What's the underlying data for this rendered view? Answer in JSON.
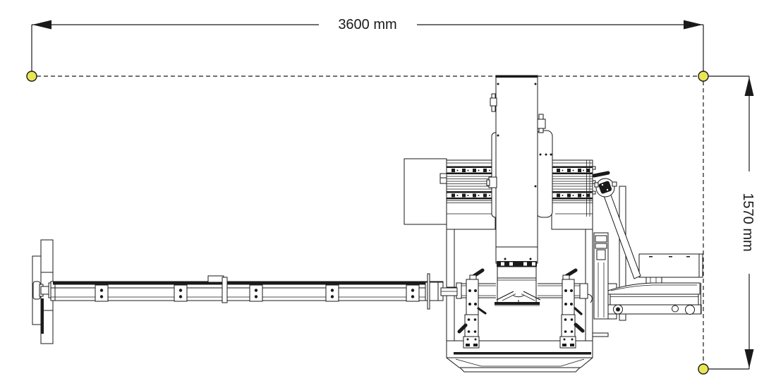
{
  "dimensions": {
    "width": {
      "label": "3600 mm"
    },
    "height": {
      "label": "1570 mm"
    }
  },
  "colors": {
    "line": "#1a1a1a",
    "datum_marker_fill": "#e9e655",
    "background": "#ffffff"
  },
  "icons": {
    "datum_marker": "yellow-datum-circle",
    "arrowhead": "solid-triangle"
  }
}
